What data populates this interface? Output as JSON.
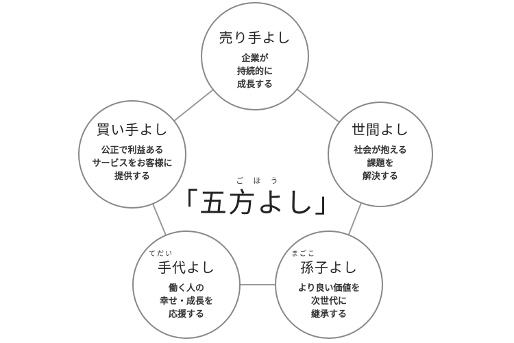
{
  "center": {
    "ruby": "ごほう",
    "title": "「五方よし」"
  },
  "nodes": [
    {
      "title": "売り手よし",
      "ruby": "",
      "lines": [
        "企業が",
        "持続的に",
        "成長する"
      ]
    },
    {
      "title": "世間よし",
      "ruby": "",
      "lines": [
        "社会が抱える",
        "課題を",
        "解決する"
      ]
    },
    {
      "title": "孫子よし",
      "ruby": "まごこ",
      "lines": [
        "より良い価値を",
        "次世代に",
        "継承する"
      ]
    },
    {
      "title": "手代よし",
      "ruby": "てだい",
      "lines": [
        "働く人の",
        "幸せ・成長を",
        "応援する"
      ]
    },
    {
      "title": "買い手よし",
      "ruby": "",
      "lines": [
        "公正で利益ある",
        "サービスをお客様に",
        "提供する"
      ]
    }
  ]
}
